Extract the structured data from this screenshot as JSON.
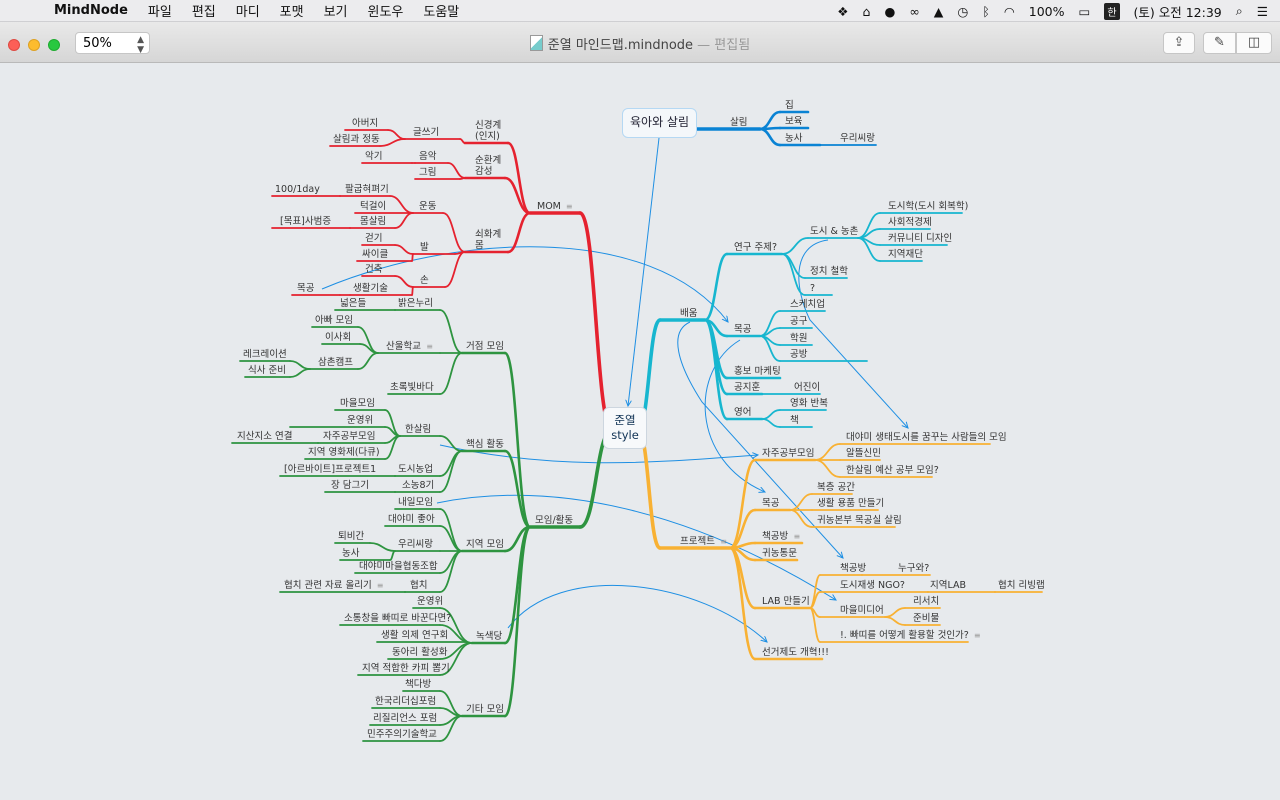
{
  "menubar": {
    "app_name": "MindNode",
    "items": [
      "파일",
      "편집",
      "마디",
      "포맷",
      "보기",
      "윈도우",
      "도움말"
    ],
    "battery": "100%",
    "input_method": "한",
    "clock": "(토) 오전 12:39"
  },
  "toolbar": {
    "zoom": "50%",
    "doc_title": "준열 마인드맵.mindnode",
    "status": "— 편집됨"
  },
  "colors": {
    "mom": "#e5222f",
    "moim": "#2e9440",
    "baeum": "#17b6cf",
    "project": "#f8b133",
    "yuk": "#0a83d4",
    "link": "#1e8fe3"
  },
  "root": {
    "line1": "준열",
    "line2": "style"
  },
  "yuk_root": "육아와 살림",
  "nodes": {
    "mom": "MOM",
    "sin": "신경계\n(인지)",
    "geul": "글쓰기",
    "abeoji": "아버지",
    "salimjd": "살림과 정동",
    "sun": "순환계\n감성",
    "eumak": "음악",
    "akgi": "악기",
    "geurim": "그림",
    "so": "쇠화계\n몸",
    "undong": "운동",
    "palgeum": "팔굽혀펴기",
    "day": "100/1day",
    "teok": "턱걸이",
    "momsal": "몸살림",
    "goal": "[목표]사범증",
    "bal": "발",
    "geotgi": "걷기",
    "cycle": "싸이클",
    "son": "손",
    "geonchuk": "건축",
    "saenghwal": "생활기술",
    "mokgongL": "목공",
    "moim": "모임/활동",
    "geojeom": "거점 모임",
    "bakeun": "밝은누리",
    "neolbeun": "넓은들",
    "saneul": "산울학교",
    "appa": "아빠 모임",
    "isa": "이사회",
    "samchon": "삼촌캠프",
    "rec": "레크레이션",
    "siksa": "식사 준비",
    "chorok": "초록빛바다",
    "haeksim": "핵심 활동",
    "hansalim": "한살림",
    "maeul": "마을모임",
    "unyeong": "운영위",
    "jaju": "자주공부모임",
    "jisan": "지산지소 연결",
    "film": "지역 영화제(다큐)",
    "dosinong": "도시농업",
    "arbeit": "[아르바이트]프로젝트1",
    "sonong": "소농8기",
    "jang": "장 담그기",
    "jiyeokmoim": "지역 모임",
    "naeil": "내일모임",
    "daeyami": "대야미 좋아",
    "uri": "우리씨랑",
    "toebi": "퇴비간",
    "nongsaL": "농사",
    "coop": "대야미마을협동조합",
    "hyeopchi": "협치",
    "hyeopdoc": "협치 관련 자료 올리기",
    "noksaek": "녹색당",
    "unyeong2": "운영위",
    "sotong": "소통창을 빠띠로 바꾼다면?",
    "uije": "생활 의제 연구회",
    "dongari": "동아리 활성화",
    "kapi": "지역 적합한 카피 뽑기",
    "gita": "기타 모임",
    "chaekdabang": "책다방",
    "leader": "한국리더십포럼",
    "resil": "리질리언스 포럼",
    "minju": "민주주의기술학교",
    "baeum": "배움",
    "yeongu": "연구 주제?",
    "dosinongchon": "도시 & 농촌",
    "dosihak": "도시학(도시 회복학)",
    "sahoe": "사회적경제",
    "commu": "커뮤니티 디자인",
    "jaedan": "지역재단",
    "jeongchi": "정치 철학",
    "q": "?",
    "mokgongB": "목공",
    "sketch": "스케치업",
    "gonggu": "공구",
    "hakwon": "학원",
    "gongbang": "공방",
    "hongbo": "홍보 마케팅",
    "gongjihun": "공지훈",
    "eojini": "어진이",
    "english": "영어",
    "movie": "영화 반복",
    "book": "책",
    "project": "프로젝트",
    "jaju2": "자주공부모임",
    "eco": "대야미 생태도시를 꿈꾸는 사람들의 모임",
    "alttal": "알뜰신민",
    "hsbudget": "한살림 예산 공부 모임?",
    "mokgongP": "목공",
    "bokcheung": "복층 공간",
    "yongpum": "생활 용품 만들기",
    "gwinongbon": "귀농본부 목공실 살림",
    "chaekgong": "책공방",
    "gwinongtong": "귀농통문",
    "lab": "LAB 만들기",
    "chaekgong2": "책공방",
    "nugu": "누구와?",
    "ngo": "도시재생 NGO?",
    "jlab": "지역LAB",
    "living": "협치 리빙랩",
    "media": "마을미디어",
    "research": "리서치",
    "junbi": "준비물",
    "ppatti": "!. 빠띠를 어떻게 활용할 것인가?",
    "election": "선거제도 개혁!!!",
    "salim": "살림",
    "jip": "집",
    "boyuk": "보육",
    "nongsaY": "농사",
    "uriY": "우리씨랑"
  }
}
